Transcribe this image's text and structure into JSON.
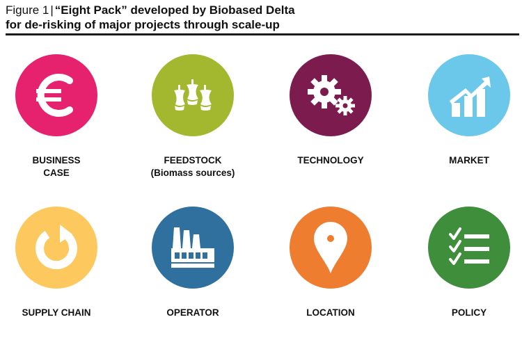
{
  "header": {
    "figure_label": "Figure 1",
    "separator": "|",
    "title_line1": "“Eight Pack” developed by Biobased Delta",
    "title_line2": "for de-risking of major projects through scale-up"
  },
  "items": [
    {
      "label_line1": "BUSINESS",
      "label_line2": "CASE",
      "icon": "euro-icon",
      "color": "#e6226f"
    },
    {
      "label_line1": "FEEDSTOCK",
      "label_line2": "(Biomass sources)",
      "icon": "apple-core-icon",
      "color": "#a3b82f"
    },
    {
      "label_line1": "TECHNOLOGY",
      "label_line2": "",
      "icon": "gears-icon",
      "color": "#7c1c4e"
    },
    {
      "label_line1": "MARKET",
      "label_line2": "",
      "icon": "growth-chart-icon",
      "color": "#6cc8ea"
    },
    {
      "label_line1": "SUPPLY CHAIN",
      "label_line2": "",
      "icon": "cycle-arrow-icon",
      "color": "#fdc95f"
    },
    {
      "label_line1": "OPERATOR",
      "label_line2": "",
      "icon": "factory-icon",
      "color": "#2f709f"
    },
    {
      "label_line1": "LOCATION",
      "label_line2": "",
      "icon": "location-pin-icon",
      "color": "#ee7d2f"
    },
    {
      "label_line1": "POLICY",
      "label_line2": "",
      "icon": "checklist-icon",
      "color": "#3f8e3c"
    }
  ]
}
